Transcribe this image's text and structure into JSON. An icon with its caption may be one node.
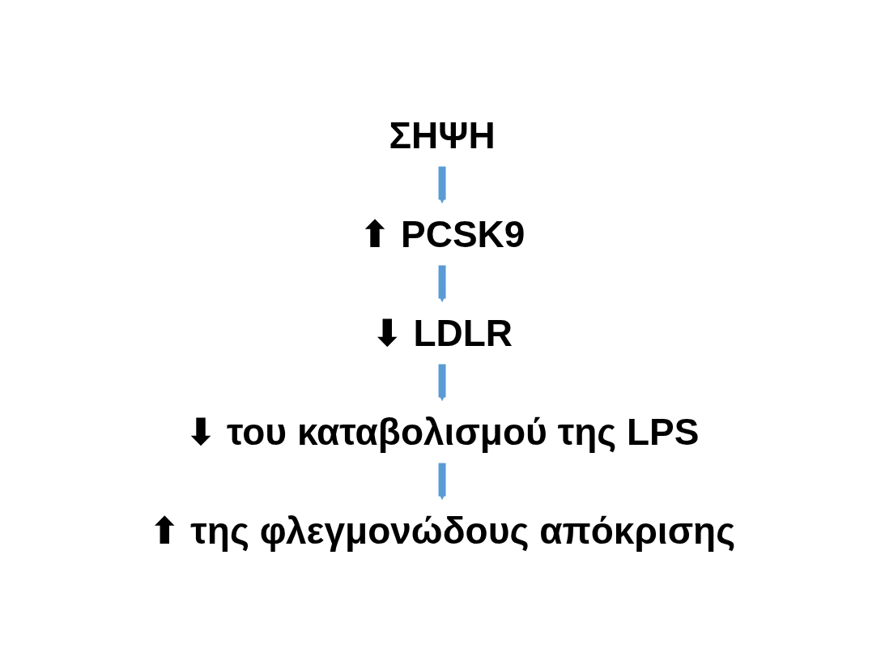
{
  "diagram": {
    "nodes": [
      {
        "text": [
          "ΣΗΨΗ"
        ]
      },
      {
        "text": [
          "⬆ PCSK9"
        ]
      },
      {
        "text": [
          "⬇ LDLR"
        ]
      },
      {
        "text": [
          "⬇ του καταβολισμού της LPS"
        ]
      },
      {
        "text": [
          "⬆ της φλεγμονώδους απόκρισης"
        ]
      }
    ],
    "edges": [
      {
        "from": 0,
        "to": 1,
        "arrow": "to"
      },
      {
        "from": 1,
        "to": 2,
        "arrow": "to"
      },
      {
        "from": 2,
        "to": 3,
        "arrow": "to"
      },
      {
        "from": 3,
        "to": 4,
        "arrow": "to"
      }
    ]
  }
}
